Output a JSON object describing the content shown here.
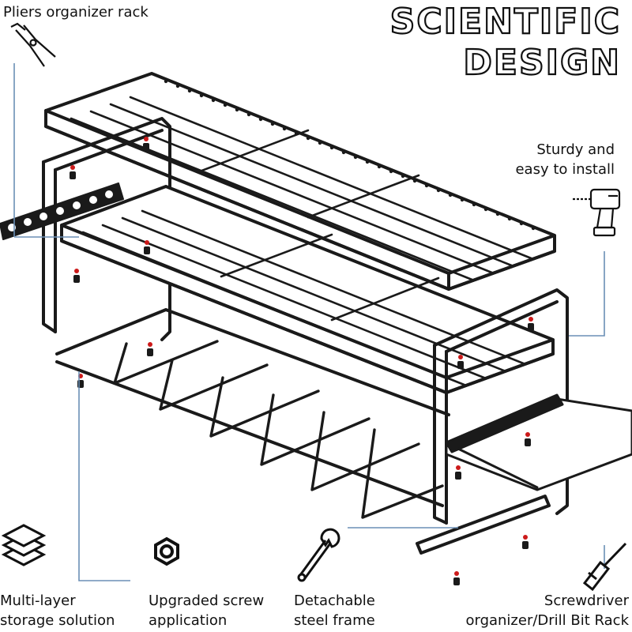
{
  "headline": {
    "line1": "SCIENTIFIC",
    "line2": "DESIGN"
  },
  "callouts": {
    "pliers": "Pliers organizer rack",
    "install_line1": "Sturdy and",
    "install_line2": "easy to install"
  },
  "features": [
    {
      "line1": "Multi-layer",
      "line2": "storage solution",
      "icon": "stacked-layers-icon"
    },
    {
      "line1": "Upgraded screw",
      "line2": "application",
      "icon": "hex-nut-icon"
    },
    {
      "line1": "Detachable",
      "line2": "steel frame",
      "icon": "wrench-icon"
    },
    {
      "line1": "Screwdriver",
      "line2": "organizer/Drill Bit Rack",
      "icon": "screwdriver-icon"
    }
  ],
  "colors": {
    "frame": "#1a1a1a",
    "accent_screw": "#cc1a1a",
    "leader_line": "#6b8fb5"
  }
}
